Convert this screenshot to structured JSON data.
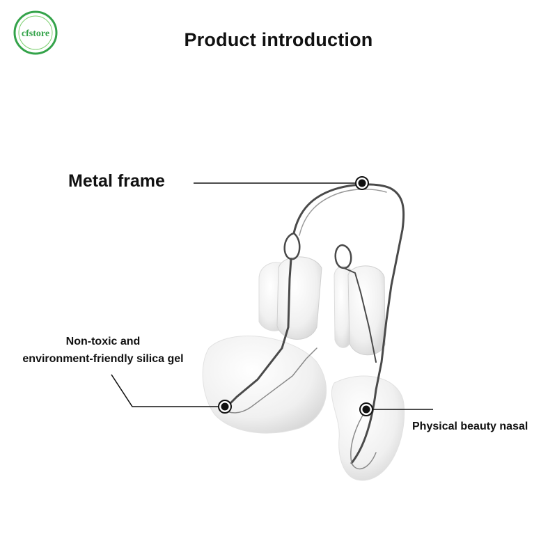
{
  "logo": {
    "text": "cfstore",
    "color": "#34a34a"
  },
  "title": "Product introduction",
  "labels": {
    "metal_frame": "Metal frame",
    "silica_line1": "Non-toxic and",
    "silica_line2": "environment-friendly silica gel",
    "nasal": "Physical beauty nasal"
  },
  "colors": {
    "text": "#111111",
    "wire": "#555555",
    "silicone": "#eeeeee"
  }
}
